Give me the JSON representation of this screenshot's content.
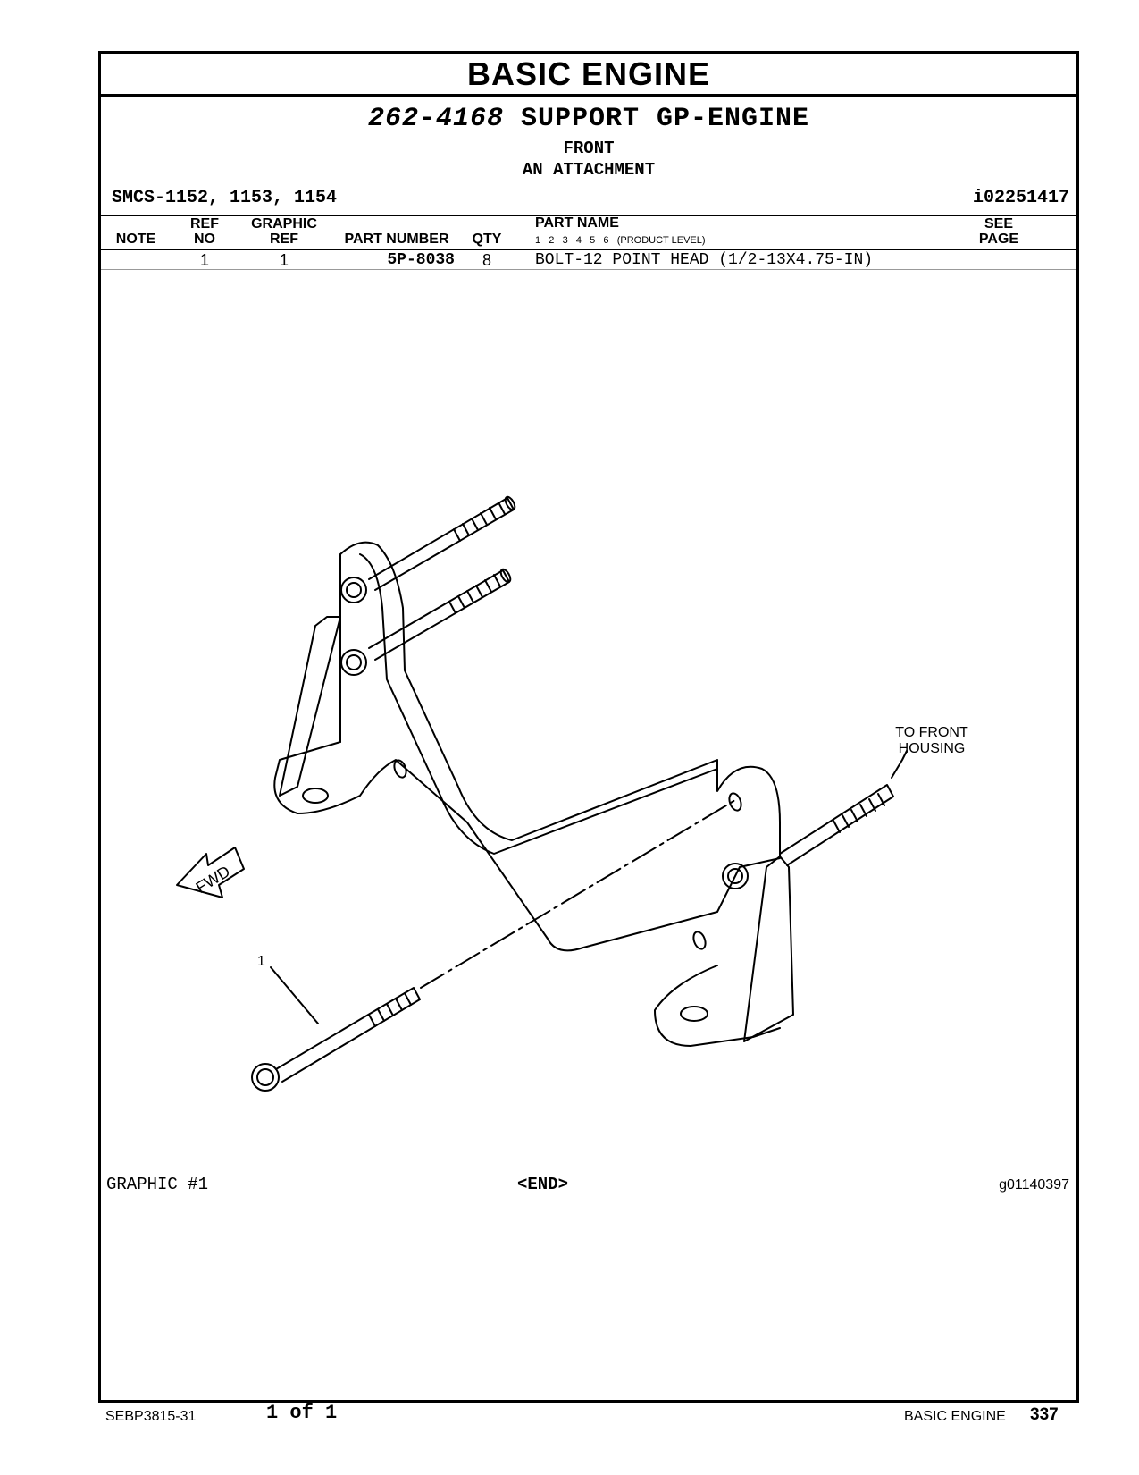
{
  "header": {
    "title": "BASIC ENGINE",
    "group_number": "262-4168",
    "group_name": "SUPPORT GP-ENGINE",
    "subtitle_1": "FRONT",
    "subtitle_2": "AN ATTACHMENT",
    "smcs": "SMCS-1152, 1153, 1154",
    "illustration_id": "i02251417"
  },
  "table": {
    "headers": {
      "note": "NOTE",
      "ref_no_1": "REF",
      "ref_no_2": "NO",
      "graphic_ref_1": "GRAPHIC",
      "graphic_ref_2": "REF",
      "part_number": "PART NUMBER",
      "qty": "QTY",
      "part_name": "PART NAME",
      "product_levels": "1   2   3   4   5   6   (PRODUCT LEVEL)",
      "see_page_1": "SEE",
      "see_page_2": "PAGE"
    },
    "rows": [
      {
        "note": "",
        "ref_no": "1",
        "graphic_ref": "1",
        "part_number": "5P-8038",
        "qty": "8",
        "part_name": "BOLT-12 POINT HEAD (1/2-13X4.75-IN)",
        "see_page": ""
      }
    ]
  },
  "graphic": {
    "callout": "1",
    "fwd_label": "FWD",
    "note_line_1": "TO FRONT",
    "note_line_2": "HOUSING",
    "graphic_label": "GRAPHIC #1",
    "end_label": "<END>",
    "graphic_id": "g01140397"
  },
  "footer": {
    "doc_number": "SEBP3815-31",
    "page_of": "1 of 1",
    "section": "BASIC ENGINE",
    "page_number": "337"
  }
}
